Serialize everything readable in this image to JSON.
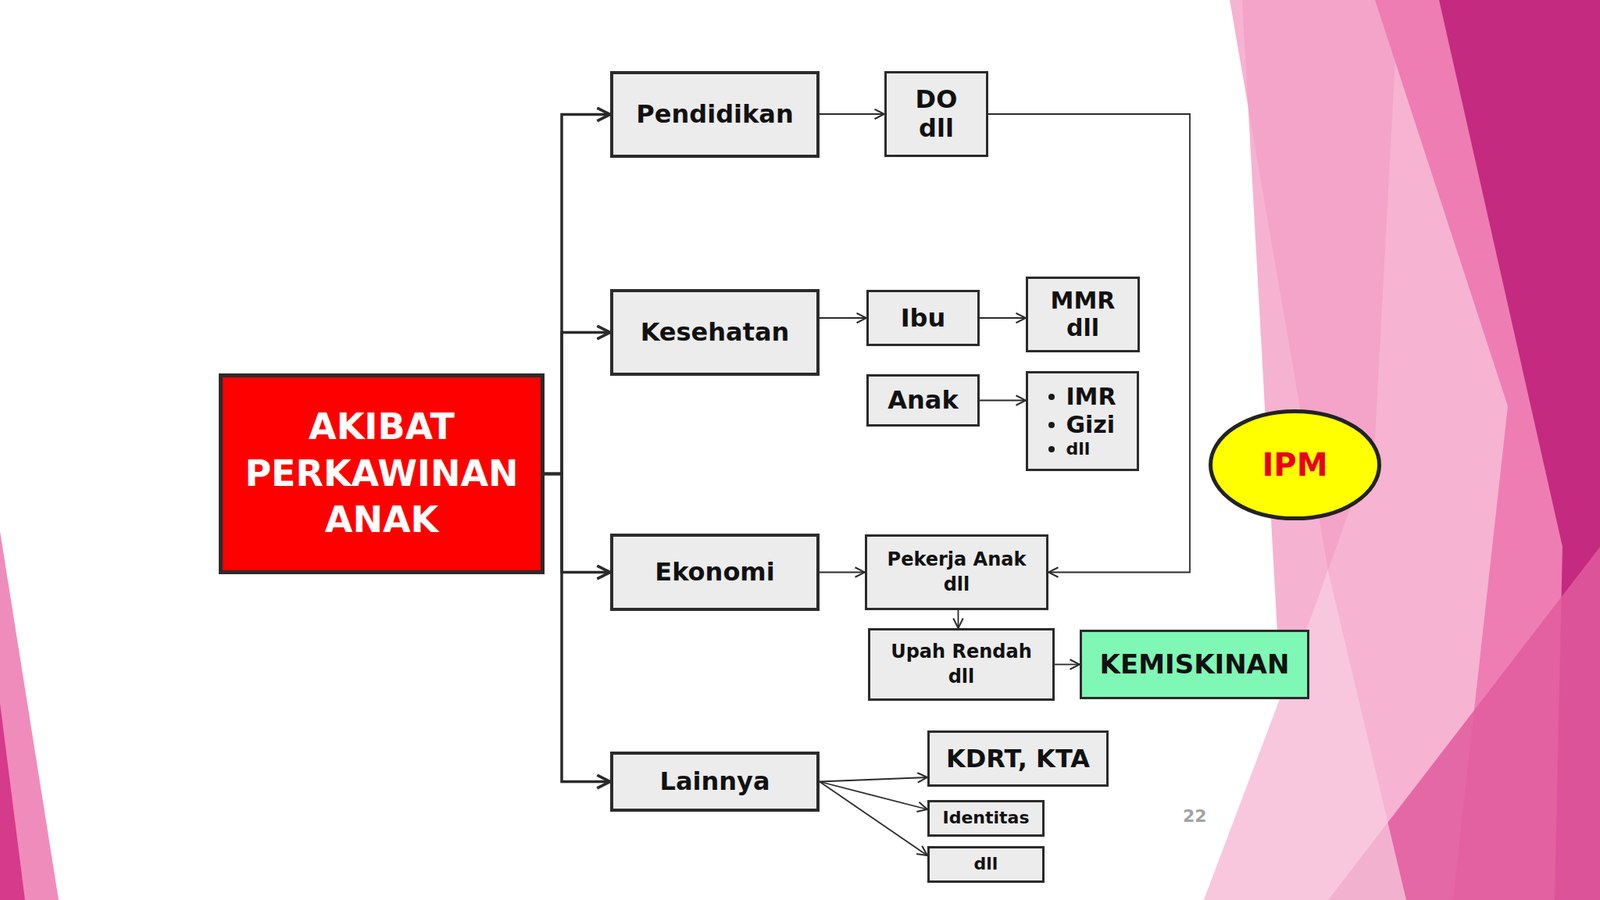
{
  "diagram": {
    "nodes": [
      {
        "text": [
          "AKIBAT PERKAWINAN ANAK"
        ]
      },
      {
        "text": [
          "Pendidikan"
        ]
      },
      {
        "text": [
          "DO dll"
        ]
      },
      {
        "text": [
          "Kesehatan"
        ]
      },
      {
        "text": [
          "Ibu"
        ]
      },
      {
        "text": [
          "MMR dll"
        ]
      },
      {
        "text": [
          "Anak"
        ]
      },
      {
        "text": [
          "IMR",
          "Gizi",
          "dll"
        ]
      },
      {
        "text": [
          "IPM"
        ]
      },
      {
        "text": [
          "Ekonomi"
        ]
      },
      {
        "text": [
          "Pekerja Anak dll"
        ]
      },
      {
        "text": [
          "Upah Rendah dll"
        ]
      },
      {
        "text": [
          "KEMISKINAN"
        ]
      },
      {
        "text": [
          "Lainnya"
        ]
      },
      {
        "text": [
          "KDRT, KTA"
        ]
      },
      {
        "text": [
          "Identitas"
        ]
      },
      {
        "text": [
          "dll"
        ]
      }
    ],
    "edges": [
      {
        "from": 0,
        "to": 1,
        "arrow": "to"
      },
      {
        "from": 0,
        "to": 3,
        "arrow": "to"
      },
      {
        "from": 0,
        "to": 9,
        "arrow": "to"
      },
      {
        "from": 0,
        "to": 13,
        "arrow": "to"
      },
      {
        "from": 1,
        "to": 2,
        "arrow": "to"
      },
      {
        "from": 2,
        "to": 10,
        "arrow": "to"
      },
      {
        "from": 3,
        "to": 4,
        "arrow": "to"
      },
      {
        "from": 4,
        "to": 5,
        "arrow": "to"
      },
      {
        "from": 6,
        "to": 7,
        "arrow": "to"
      },
      {
        "from": 9,
        "to": 10,
        "arrow": "to"
      },
      {
        "from": 10,
        "to": 11,
        "arrow": "to"
      },
      {
        "from": 11,
        "to": 12,
        "arrow": "to"
      },
      {
        "from": 13,
        "to": 14,
        "arrow": "to"
      },
      {
        "from": 13,
        "to": 15,
        "arrow": "to"
      },
      {
        "from": 13,
        "to": 16,
        "arrow": "to"
      }
    ],
    "labels": [
      "22"
    ]
  }
}
